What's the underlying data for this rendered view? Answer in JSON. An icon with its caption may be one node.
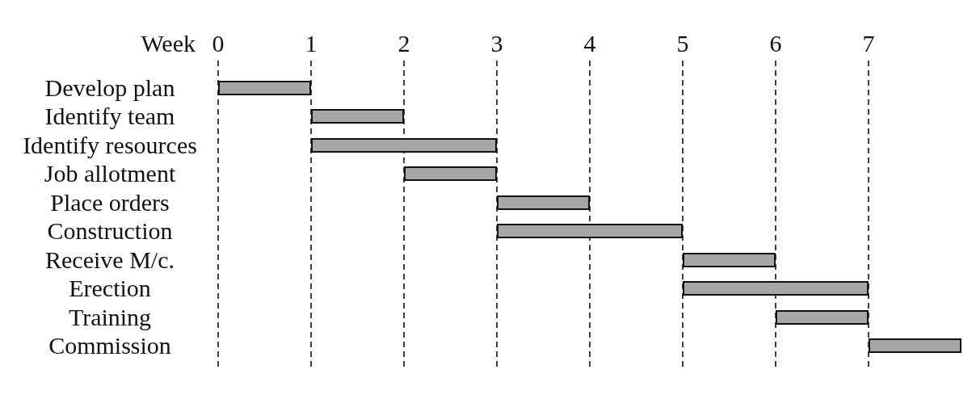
{
  "diagram": {
    "nodes": [
      {
        "text": [],
        "shape": "bar"
      },
      {
        "text": [],
        "shape": "bar"
      },
      {
        "text": [],
        "shape": "bar"
      },
      {
        "text": [],
        "shape": "bar"
      },
      {
        "text": [],
        "shape": "bar"
      },
      {
        "text": [],
        "shape": "bar"
      },
      {
        "text": [],
        "shape": "bar"
      },
      {
        "text": [],
        "shape": "bar"
      },
      {
        "text": [],
        "shape": "bar"
      },
      {
        "text": [],
        "shape": "bar"
      }
    ],
    "labels": [
      "Week",
      "0",
      "1",
      "2",
      "3",
      "4",
      "5",
      "6",
      "7",
      "Develop plan",
      "Identify team",
      "Identify resources",
      "Job allotment",
      "Place orders",
      "Construction",
      "Receive M/c.",
      "Erection",
      "Training",
      "Commission"
    ]
  }
}
